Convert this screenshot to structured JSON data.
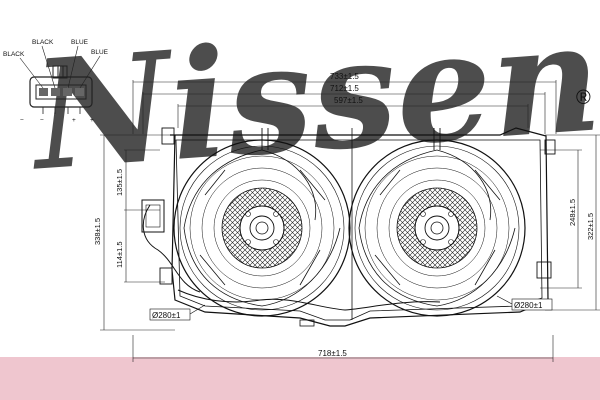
{
  "watermark": {
    "text": "Nissens",
    "registered": "®",
    "color": "#7f9ed6"
  },
  "band_color": "#efc6cf",
  "connector": {
    "wire_labels": [
      "BLACK",
      "BLACK",
      "BLUE",
      "BLUE"
    ],
    "pin_signs": [
      "−",
      "−",
      "+",
      "+"
    ]
  },
  "dimensions": {
    "width_overall": "733±1.5",
    "width_inner": "712±1.5",
    "width_mount": "597±1.5",
    "width_bottom": "718±1.5",
    "height_left": "338±1.5",
    "height_upper": "135±1.5",
    "height_lower": "114±1.5",
    "height_right_inner": "248±1.5",
    "height_right_outer": "322±1.5",
    "fan_diameter_left": "Ø280±1",
    "fan_diameter_right": "Ø280±1"
  }
}
